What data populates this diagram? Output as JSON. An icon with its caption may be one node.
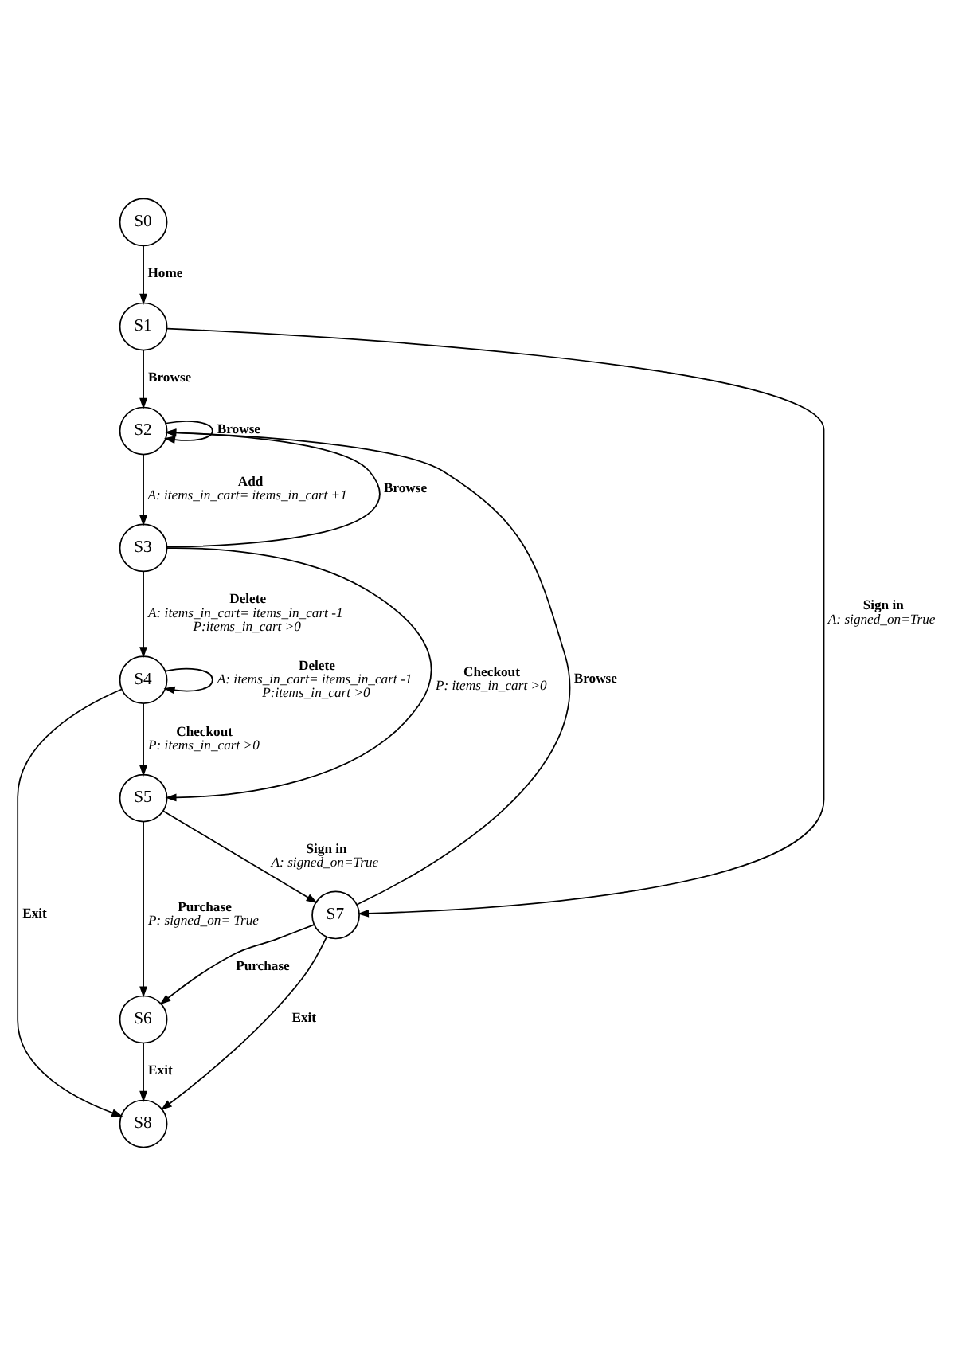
{
  "diagram": {
    "nodes": [
      {
        "text": [
          "S0"
        ]
      },
      {
        "text": [
          "S1"
        ]
      },
      {
        "text": [
          "S2"
        ]
      },
      {
        "text": [
          "S3"
        ]
      },
      {
        "text": [
          "S7"
        ]
      },
      {
        "text": [
          "S4"
        ]
      },
      {
        "text": [
          "S5"
        ]
      },
      {
        "text": [
          "S6"
        ]
      },
      {
        "text": [
          "S8"
        ]
      }
    ],
    "edges": [
      {
        "from": 0,
        "to": 1,
        "arrow": "to",
        "label": "**Home**"
      },
      {
        "from": 1,
        "to": 4,
        "arrow": "to",
        "label": "**Sign in** *A: signed_on=True*"
      },
      {
        "from": 1,
        "to": 2,
        "arrow": "to",
        "label": "**Browse**"
      },
      {
        "from": 2,
        "to": 2,
        "arrow": "to",
        "label": "**Browse**"
      },
      {
        "from": 2,
        "to": 3,
        "arrow": "to",
        "label": "**Add** *A: items_in_cart= items_in_cart +1*"
      },
      {
        "from": 3,
        "to": 2,
        "arrow": "to",
        "label": "**Browse**"
      },
      {
        "from": 3,
        "to": 5,
        "arrow": "to",
        "label": "**Delete** *A: items_in_cart= items_in_cart -1* *P:items_in_cart >0*"
      },
      {
        "from": 3,
        "to": 6,
        "arrow": "to",
        "label": "**Checkout** *P: items_in_cart >0*"
      },
      {
        "from": 4,
        "to": 2,
        "arrow": "to",
        "label": "**Browse**"
      },
      {
        "from": 4,
        "to": 7,
        "arrow": "to",
        "label": "**Purchase**"
      },
      {
        "from": 4,
        "to": 8,
        "arrow": "to",
        "label": "**Exit**"
      },
      {
        "from": 5,
        "to": 5,
        "arrow": "to",
        "label": "**Delete** *A: items_in_cart= items_in_cart -1* *P:items_in_cart >0*"
      },
      {
        "from": 5,
        "to": 6,
        "arrow": "to",
        "label": "**Checkout** *P: items_in_cart >0*"
      },
      {
        "from": 5,
        "to": 8,
        "arrow": "to",
        "label": "**Exit**"
      },
      {
        "from": 6,
        "to": 4,
        "arrow": "to",
        "label": "**Sign in** *A: signed_on=True*"
      },
      {
        "from": 6,
        "to": 7,
        "arrow": "to",
        "label": "**Purchase** *P: signed_on= True*"
      },
      {
        "from": 7,
        "to": 8,
        "arrow": "to",
        "label": "**Exit**"
      }
    ]
  }
}
